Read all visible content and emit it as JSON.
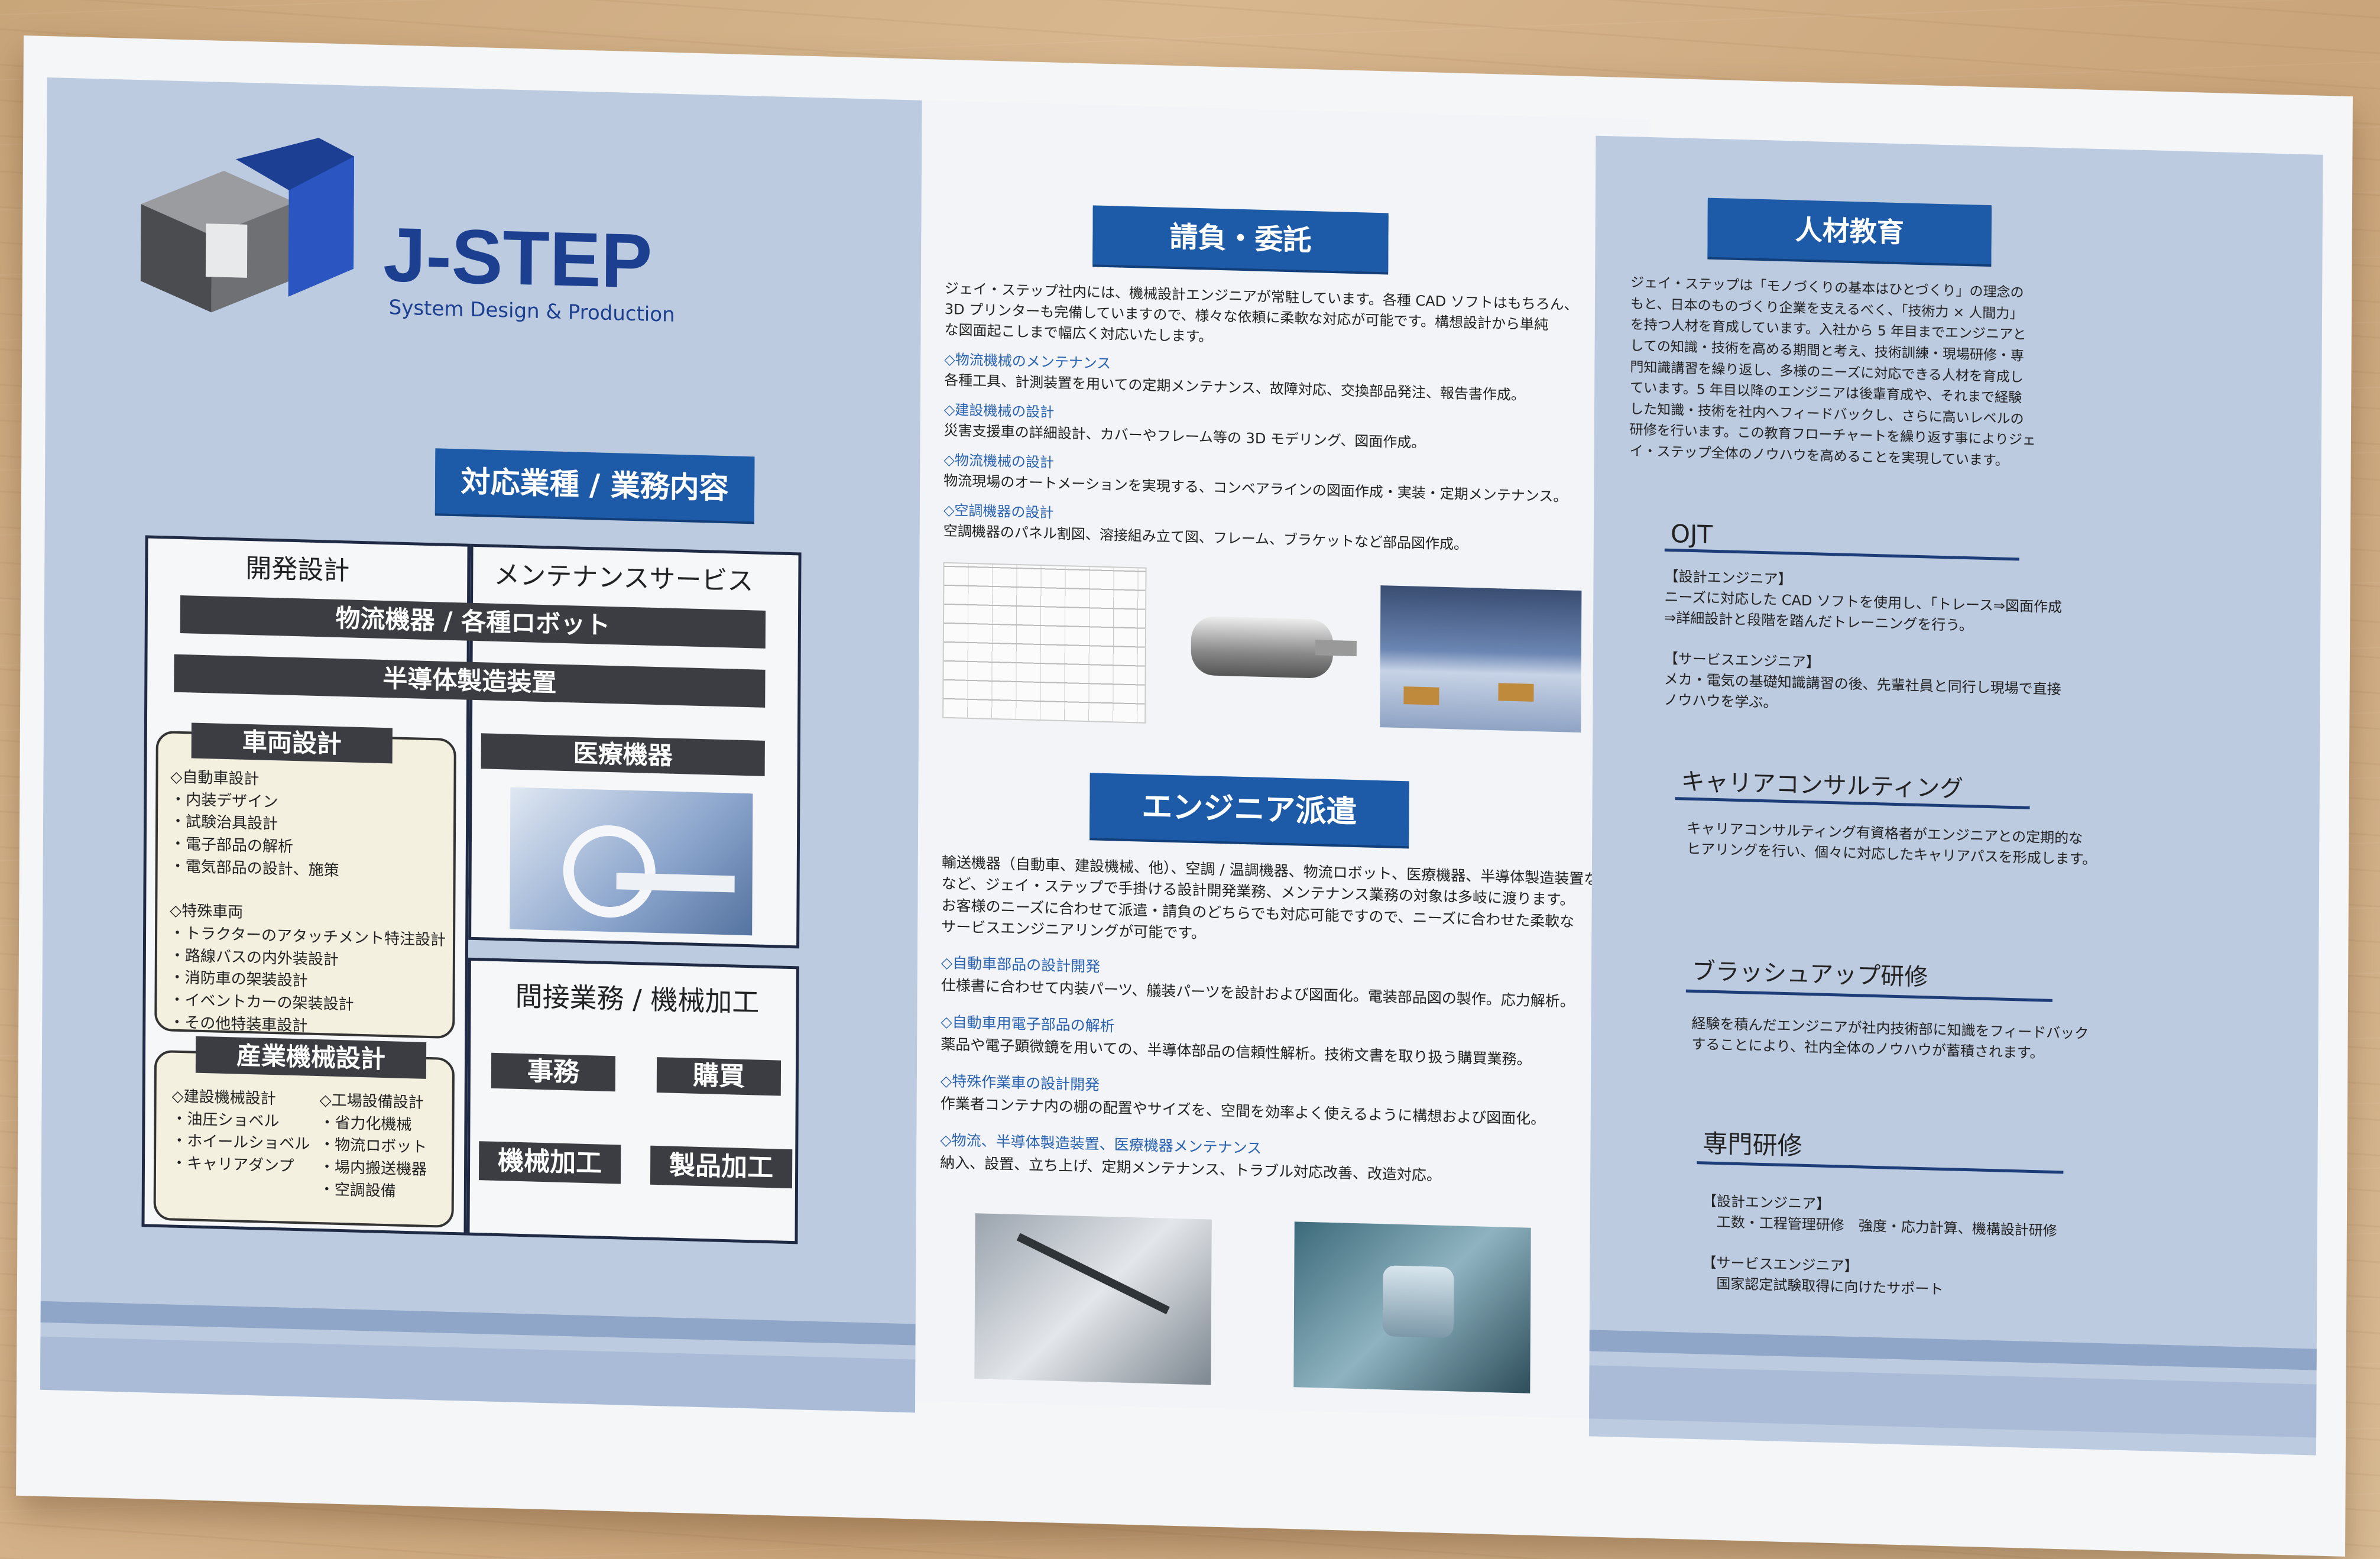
{
  "logo": {
    "name": "J-STEP",
    "tagline": "System Design & Production"
  },
  "colors": {
    "accent": "#1d5aa8",
    "panel": "#bccbe0",
    "dark_bar": "#3b3d42"
  },
  "left": {
    "heading": "対応業種 / 業務内容",
    "col1_title": "開発設計",
    "col2_title": "メンテナンスサービス",
    "bar1": "物流機器 / 各種ロボット",
    "bar2": "半導体製造装置",
    "vehicle_title": "車両設計",
    "vehicle_text": "◇自動車設計\n・内装デザイン\n・試験治具設計\n・電子部品の解析\n・電気部品の設計、施策\n\n◇特殊車両\n・トラクターのアタッチメント特注設計\n・路線バスの内外装設計\n・消防車の架装設計\n・イベントカーの架装設計\n・その他特装車設計",
    "medical_title": "医療機器",
    "industrial_title": "産業機械設計",
    "industrial_left": "◇建設機械設計\n・油圧ショベル\n・ホイールショベル\n・キャリアダンプ",
    "industrial_right": "◇工場設備設計\n・省力化機械\n・物流ロボット\n・場内搬送機器\n・空調設備",
    "indirect_title": "間接業務 / 機械加工",
    "btn_office": "事務",
    "btn_purchase": "購買",
    "btn_machining": "機械加工",
    "btn_product": "製品加工"
  },
  "middle": {
    "contract_title": "請負・委託",
    "contract_intro": "ジェイ・ステップ社内には、機械設計エンジニアが常駐しています。各種 CAD ソフトはもちろん、\n3D プリンターも完備していますので、様々な依頼に柔軟な対応が可能です。構想設計から単純\nな図面起こしまで幅広く対応いたします。",
    "c1_h": "◇物流機械のメンテナンス",
    "c1_t": "各種工具、計測装置を用いての定期メンテナンス、故障対応、交換部品発注、報告書作成。",
    "c2_h": "◇建設機械の設計",
    "c2_t": "災害支援車の詳細設計、カバーやフレーム等の 3D モデリング、図面作成。",
    "c3_h": "◇物流機械の設計",
    "c3_t": "物流現場のオートメーションを実現する、コンベアラインの図面作成・実装・定期メンテナンス。",
    "c4_h": "◇空調機器の設計",
    "c4_t": "空調機器のパネル割図、溶接組み立て図、フレーム、ブラケットなど部品図作成。",
    "dispatch_title": "エンジニア派遣",
    "dispatch_intro": "輸送機器（自動車、建設機械、他）、空調 / 温調機器、物流ロボット、医療機器、半導体製造装置など、\nなど、ジェイ・ステップで手掛ける設計開発業務、メンテナンス業務の対象は多岐に渡ります。\nお客様のニーズに合わせて派遣・請負のどちらでも対応可能ですので、ニーズに合わせた柔軟な\nサービスエンジニアリングが可能です。",
    "d1_h": "◇自動車部品の設計開発",
    "d1_t": "仕様書に合わせて内装パーツ、艤装パーツを設計および図面化。電装部品図の製作。応力解析。",
    "d2_h": "◇自動車用電子部品の解析",
    "d2_t": "薬品や電子顕微鏡を用いての、半導体部品の信頼性解析。技術文書を取り扱う購買業務。",
    "d3_h": "◇特殊作業車の設計開発",
    "d3_t": "作業者コンテナ内の棚の配置やサイズを、空間を効率よく使えるように構想および図面化。",
    "d4_h": "◇物流、半導体製造装置、医療機器メンテナンス",
    "d4_t": "納入、設置、立ち上げ、定期メンテナンス、トラブル対応改善、改造対応。"
  },
  "right": {
    "edu_title": "人材教育",
    "edu_text": "ジェイ・ステップは「モノづくりの基本はひとづくり」の理念の\nもと、日本のものづくり企業を支えるべく、「技術力 × 人間力」\nを持つ人材を育成しています。入社から 5 年目までエンジニアと\nしての知識・技術を高める期間と考え、技術訓練・現場研修・専\n門知識講習を繰り返し、多様のニーズに対応できる人材を育成し\nています。5 年目以降のエンジニアは後輩育成や、それまで経験\nした知識・技術を社内へフィードバックし、さらに高いレベルの\n研修を行います。この教育フローチャートを繰り返す事によりジェ\nイ・ステップ全体のノウハウを高めることを実現しています。",
    "ojt_title": "OJT",
    "ojt_text": "【設計エンジニア】\nニーズに対応した CAD ソフトを使用し、「トレース⇒図面作成\n⇒詳細設計と段階を踏んだトレーニングを行う。\n\n【サービスエンジニア】\nメカ・電気の基礎知識講習の後、先輩社員と同行し現場で直接\nノウハウを学ぶ。",
    "career_title": "キャリアコンサルティング",
    "career_text": "キャリアコンサルティング有資格者がエンジニアとの定期的な\nヒアリングを行い、個々に対応したキャリアパスを形成します。",
    "brush_title": "ブラッシュアップ研修",
    "brush_text": "経験を積んだエンジニアが社内技術部に知識をフィードバック\nすることにより、社内全体のノウハウが蓄積されます。",
    "special_title": "専門研修",
    "special_text": "【設計エンジニア】\n　工数・工程管理研修　強度・応力計算、機構設計研修\n\n【サービスエンジニア】\n　国家認定試験取得に向けたサポート"
  }
}
